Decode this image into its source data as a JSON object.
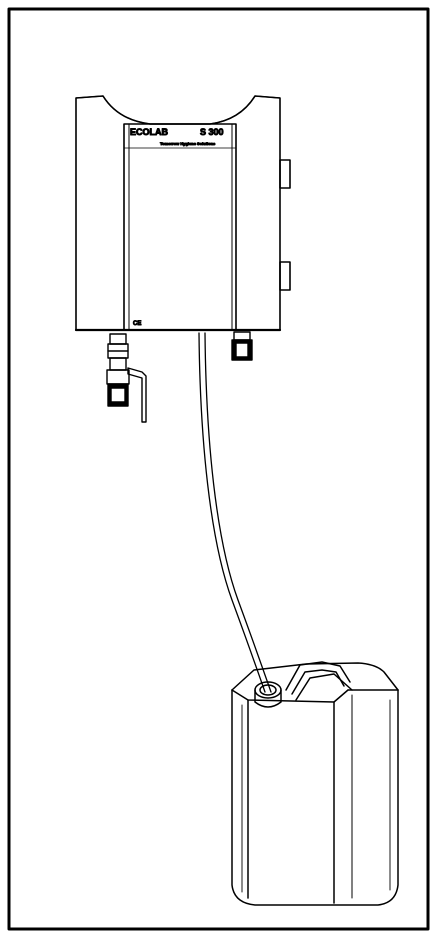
{
  "device": {
    "brand_logo": "ECOLAB",
    "model": "S 300",
    "tagline": "Tomorrow Hygiene Solutions",
    "mark": "CE"
  },
  "colors": {
    "line": "#000000",
    "background": "#ffffff"
  }
}
